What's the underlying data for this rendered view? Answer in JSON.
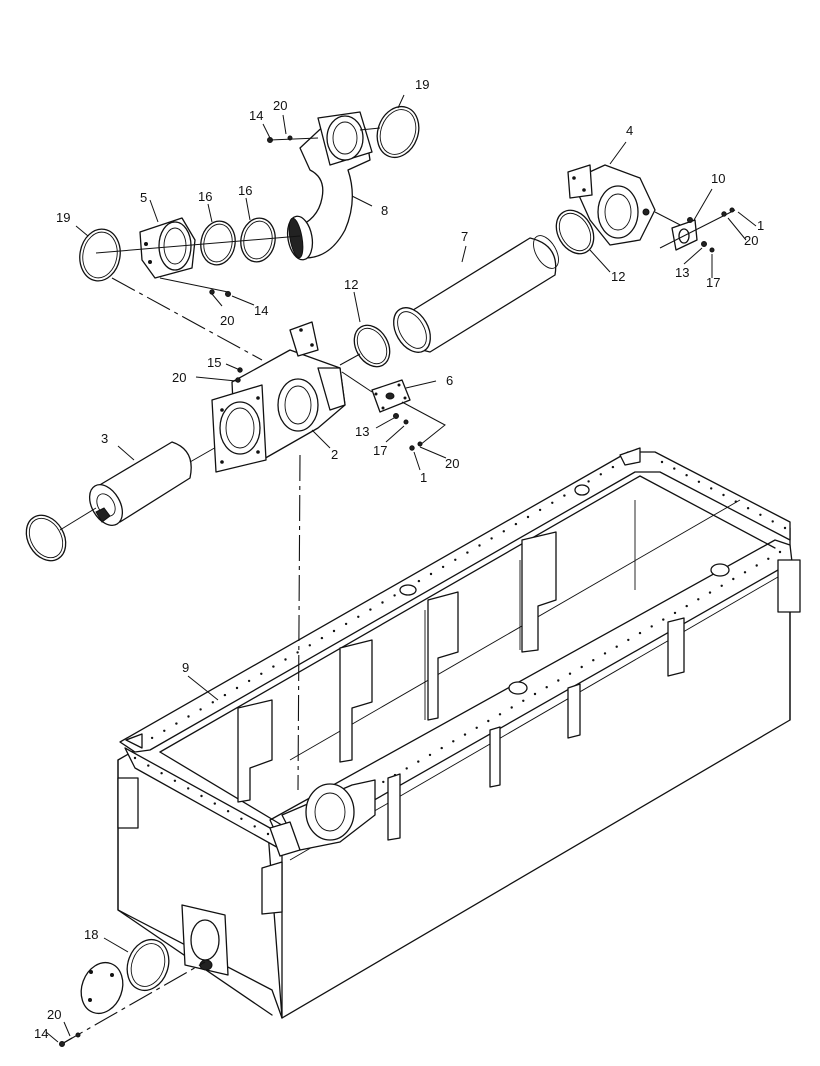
{
  "callouts": [
    {
      "id": "c19a",
      "text": "19"
    },
    {
      "id": "c20a",
      "text": "20"
    },
    {
      "id": "c14a",
      "text": "14"
    },
    {
      "id": "c8",
      "text": "8"
    },
    {
      "id": "c4",
      "text": "4"
    },
    {
      "id": "c10",
      "text": "10"
    },
    {
      "id": "c1a",
      "text": "1"
    },
    {
      "id": "c20b",
      "text": "20"
    },
    {
      "id": "c13a",
      "text": "13"
    },
    {
      "id": "c17a",
      "text": "17"
    },
    {
      "id": "c12a",
      "text": "12"
    },
    {
      "id": "c7",
      "text": "7"
    },
    {
      "id": "c5",
      "text": "5"
    },
    {
      "id": "c16a",
      "text": "16"
    },
    {
      "id": "c16b",
      "text": "16"
    },
    {
      "id": "c19b",
      "text": "19"
    },
    {
      "id": "c20c",
      "text": "20"
    },
    {
      "id": "c14b",
      "text": "14"
    },
    {
      "id": "c12b",
      "text": "12"
    },
    {
      "id": "c15",
      "text": "15"
    },
    {
      "id": "c20d",
      "text": "20"
    },
    {
      "id": "c6",
      "text": "6"
    },
    {
      "id": "c3",
      "text": "3"
    },
    {
      "id": "c2",
      "text": "2"
    },
    {
      "id": "c13b",
      "text": "13"
    },
    {
      "id": "c17b",
      "text": "17"
    },
    {
      "id": "c1b",
      "text": "1"
    },
    {
      "id": "c20e",
      "text": "20"
    },
    {
      "id": "c9",
      "text": "9"
    },
    {
      "id": "c18",
      "text": "18"
    },
    {
      "id": "c20f",
      "text": "20"
    },
    {
      "id": "c14c",
      "text": "14"
    }
  ]
}
